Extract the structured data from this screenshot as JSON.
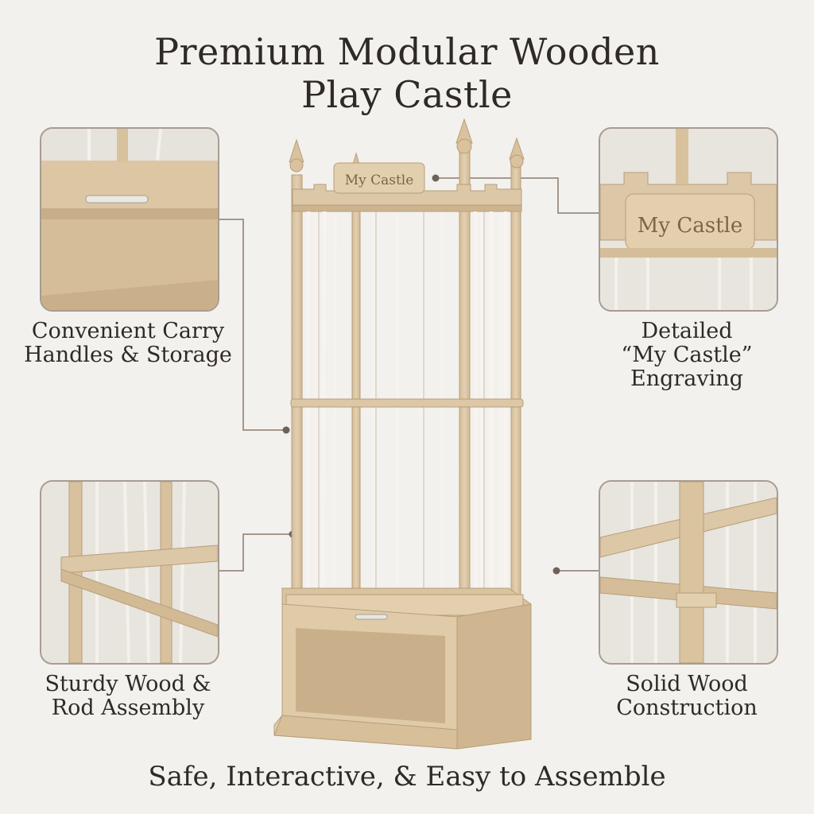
{
  "title": {
    "line1": "Premium Modular Wooden",
    "line2": "Play Castle"
  },
  "footer": "Safe, Interactive, & Easy to Assemble",
  "castle_sign": "My Castle",
  "callouts": {
    "top_left": {
      "line1": "Convenient Carry",
      "line2": "Handles & Storage"
    },
    "top_right": {
      "line1": "Detailed",
      "line2": "“My Castle”",
      "line3": "Engraving"
    },
    "bottom_left": {
      "line1": "Sturdy Wood &",
      "line2": "Rod Assembly"
    },
    "bottom_right": {
      "line1": "Solid Wood",
      "line2": "Construction"
    }
  },
  "colors": {
    "wood": "#dcc7a6",
    "wood_dark": "#c4ab86",
    "rod": "#f4f1ec",
    "line": "#8a7a6c",
    "text": "#2f2a26"
  }
}
